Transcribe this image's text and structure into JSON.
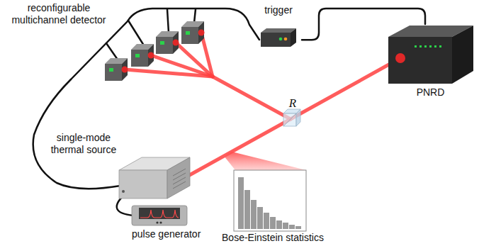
{
  "diagram": {
    "nodes": [
      {
        "text": [
          "trigger"
        ]
      },
      {
        "text": [
          "PNRD"
        ]
      },
      {
        "text": [
          "pulse generator"
        ]
      },
      {
        "text": [
          "Bose-Einstein statistics"
        ]
      }
    ],
    "edges": [
      {
        "from": 0,
        "to": 1,
        "arrow": "none"
      }
    ],
    "labels": [
      "reconfigurable multichannel detector",
      "single-mode thermal source",
      "R"
    ]
  }
}
